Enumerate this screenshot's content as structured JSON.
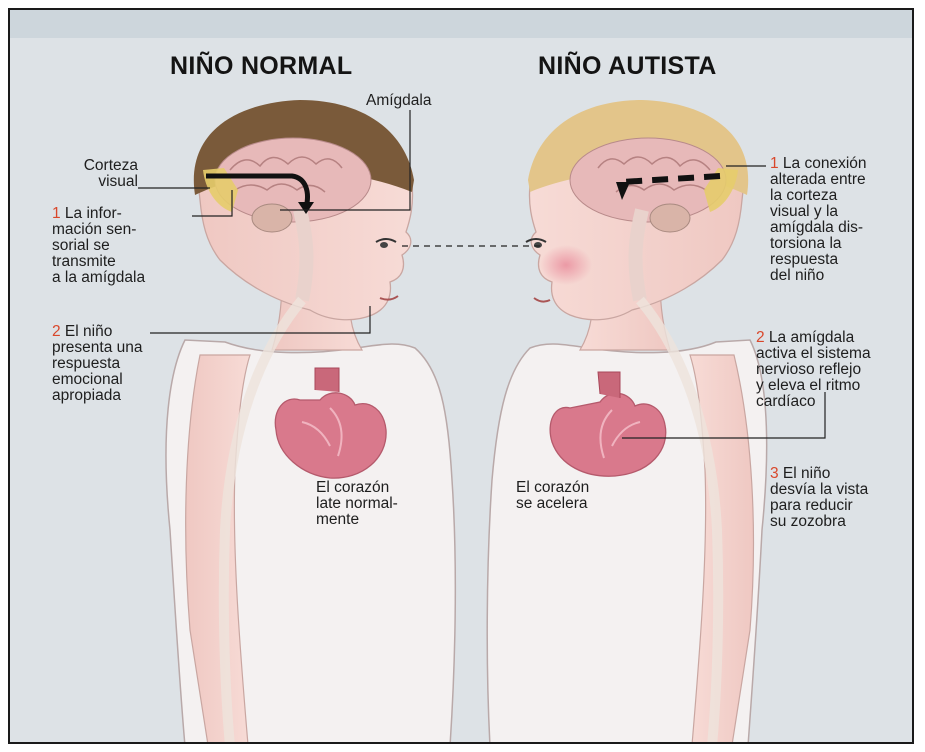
{
  "titles": {
    "left": "NIÑO NORMAL",
    "right": "NIÑO AUTISTA"
  },
  "normal": {
    "amygdala": "Amígdala",
    "cortex": "Corteza\nvisual",
    "step1_num": "1",
    "step1_text": " La infor-\nmación sen-\nsorial se\ntransmite\na la amígdala",
    "step2_num": "2",
    "step2_text": " El niño\npresenta una\nrespuesta\nemocional\napropiada",
    "heart": "El corazón\nlate normal-\nmente"
  },
  "autistic": {
    "step1_num": "1",
    "step1_text": " La conexión\nalterada entre\nla corteza\nvisual y la\namígdala dis-\ntorsiona la\nrespuesta\ndel niño",
    "step2_num": "2",
    "step2_text": " La amígdala\nactiva el sistema\nnervioso reflejo\ny eleva el ritmo\ncardíaco",
    "step3_num": "3",
    "step3_text": " El niño\ndesvía la vista\npara reducir\nsu zozobra",
    "heart": "El corazón\nse acelera"
  },
  "colors": {
    "background": "#dde2e6",
    "skin": "#f4d3cd",
    "hair_normal": "#7a5a3a",
    "hair_autistic": "#e3c58a",
    "brain": "#e7b9b9",
    "heart": "#d9798c",
    "accent_number": "#d9472b"
  }
}
